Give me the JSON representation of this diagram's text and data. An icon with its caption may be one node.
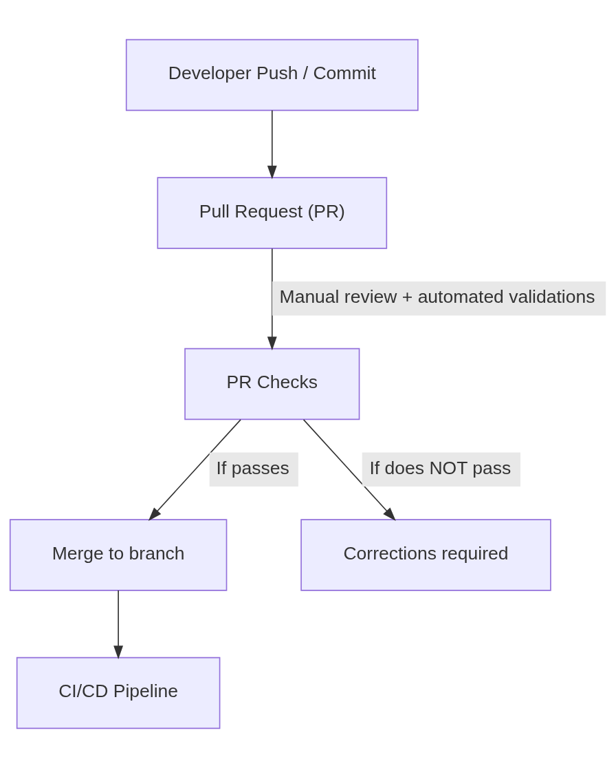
{
  "diagram": {
    "nodes": [
      {
        "text": [
          "Developer Push / Commit"
        ]
      },
      {
        "text": [
          "Pull Request (PR)"
        ]
      },
      {
        "text": [
          "PR Checks"
        ]
      },
      {
        "text": [
          "Merge to branch"
        ]
      },
      {
        "text": [
          "Corrections required"
        ]
      },
      {
        "text": [
          "CI/CD Pipeline"
        ]
      }
    ],
    "edges": [
      {
        "from": 0,
        "to": 1,
        "arrow": "to"
      },
      {
        "from": 1,
        "to": 2,
        "arrow": "to",
        "label": "Manual review + automated validations"
      },
      {
        "from": 2,
        "to": 3,
        "arrow": "to",
        "label": "If passes"
      },
      {
        "from": 2,
        "to": 4,
        "arrow": "to",
        "label": "If does NOT pass"
      },
      {
        "from": 3,
        "to": 5,
        "arrow": "to"
      }
    ]
  }
}
